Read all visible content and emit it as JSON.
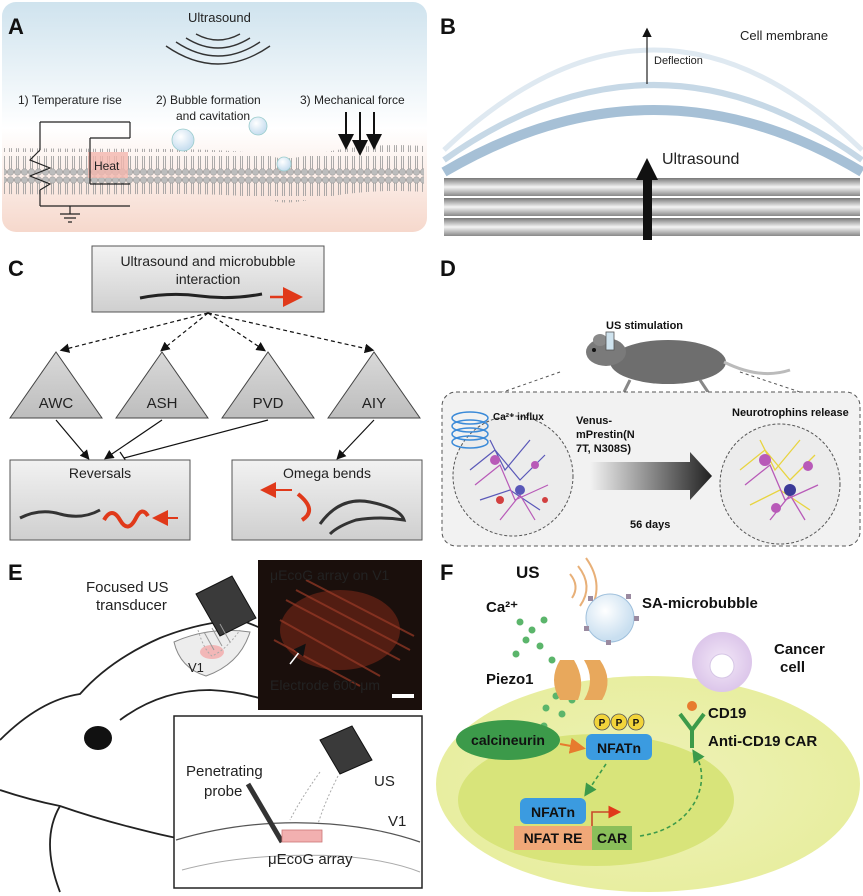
{
  "panels": {
    "a": {
      "label": "A",
      "ultrasound": "Ultrasound",
      "step1": "1) Temperature rise",
      "step2_line1": "2) Bubble formation",
      "step2_line2": "and cavitation",
      "step3": "3) Mechanical force",
      "heat": "Heat"
    },
    "b": {
      "label": "B",
      "membrane": "Cell membrane",
      "deflection": "Deflection",
      "ultrasound": "Ultrasound"
    },
    "c": {
      "label": "C",
      "title_line1": "Ultrasound and microbubble",
      "title_line2": "interaction",
      "neurons": [
        "AWC",
        "ASH",
        "PVD",
        "AIY"
      ],
      "reversals": "Reversals",
      "omega": "Omega bends"
    },
    "d": {
      "label": "D",
      "stimulation": "US stimulation",
      "ca_influx": "Ca²⁺ influx",
      "venus_line1": "Venus-",
      "venus_line2": "mPrestin(N",
      "venus_line3": "7T, N308S)",
      "release": "Neurotrophins release",
      "days": "56 days"
    },
    "e": {
      "label": "E",
      "transducer_line1": "Focused US",
      "transducer_line2": "transducer",
      "v1": "V1",
      "array_title": "μEcoG array on V1",
      "electrode": "Electrode 600 μm",
      "probe_line1": "Penetrating",
      "probe_line2": "probe",
      "us": "US",
      "v1_inset": "V1",
      "array_label": "μEcoG array"
    },
    "f": {
      "label": "F",
      "us": "US",
      "ca": "Ca²⁺",
      "microbubble": "SA-microbubble",
      "cancer_line1": "Cancer",
      "cancer_line2": "cell",
      "piezo": "Piezo1",
      "cd19": "CD19",
      "car": "Anti-CD19 CAR",
      "calcineurin": "calcineurin",
      "nfatn": "NFATn",
      "nfatn2": "NFATn",
      "nfat_re": "NFAT RE",
      "car_gene": "CAR",
      "p": "P"
    }
  },
  "colors": {
    "sky": "#d5e8f2",
    "membrane_blue": "#9fc3da",
    "lipid_head": "#b8b8b8",
    "red_arrow": "#e0391a",
    "nucleus_green": "#cfe05a",
    "cell_yellow": "#eef2a0",
    "nfat_blue": "#3b9be0",
    "calcineurin_green": "#3c9a4a",
    "car_orange": "#f0a878"
  }
}
